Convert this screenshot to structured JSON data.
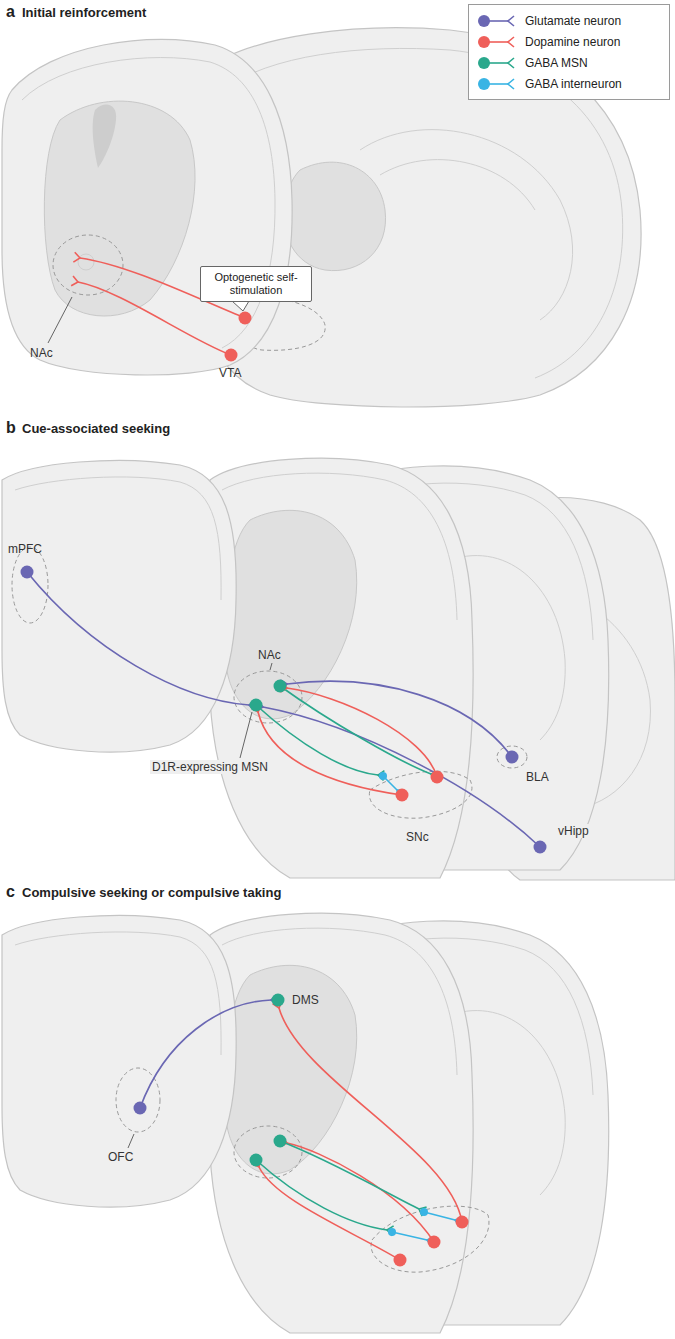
{
  "diagram": {
    "nodes": [
      {
        "text": [
          "Optogenetic self-stimulation"
        ]
      }
    ],
    "labels": [
      "a",
      "Initial reinforcement",
      "NAc",
      "VTA",
      "b",
      "Cue-associated seeking",
      "mPFC",
      "NAc",
      "BLA",
      "D1R-expressing MSN",
      "vHipp",
      "SNc",
      "c",
      "Compulsive seeking or compulsive taking",
      "DMS",
      "OFC"
    ],
    "legend": [
      {
        "text": "Glutamate neuron",
        "color": "#6a67b3"
      },
      {
        "text": "Dopamine neuron",
        "color": "#ef5f5a"
      },
      {
        "text": "GABA MSN",
        "color": "#2aa88c"
      },
      {
        "text": "GABA interneuron",
        "color": "#39b4e4"
      }
    ]
  }
}
